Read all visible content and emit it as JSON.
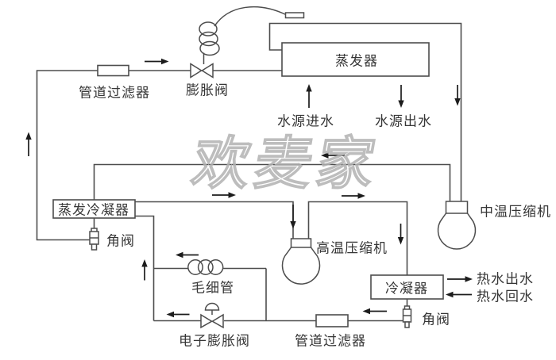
{
  "watermark": {
    "text": "欢麦家"
  },
  "labels": {
    "pipe_filter_top": "管道过滤器",
    "expansion_valve": "膨胀阀",
    "evaporator": "蒸发器",
    "water_in": "水源进水",
    "water_out": "水源出水",
    "mid_temp_compressor": "中温压缩机",
    "evap_condenser": "蒸发冷凝器",
    "angle_valve_left": "角阀",
    "high_temp_compressor": "高温压缩机",
    "condenser": "冷凝器",
    "hot_water_out": "热水出水",
    "hot_water_return": "热水回水",
    "angle_valve_right": "角阀",
    "capillary": "毛细管",
    "electronic_expansion_valve": "电子膨胀阀",
    "pipe_filter_bottom": "管道过滤器"
  },
  "icons": {
    "flow-arrow-right": "→",
    "flow-arrow-left": "←",
    "flow-arrow-up": "↑",
    "flow-arrow-down": "↓"
  },
  "colors": {
    "pipe": "#4d4d4d",
    "arrow": "#1c1c1c",
    "label_text": "#363636",
    "watermark": "#c9c9c9",
    "background": "#ffffff"
  }
}
